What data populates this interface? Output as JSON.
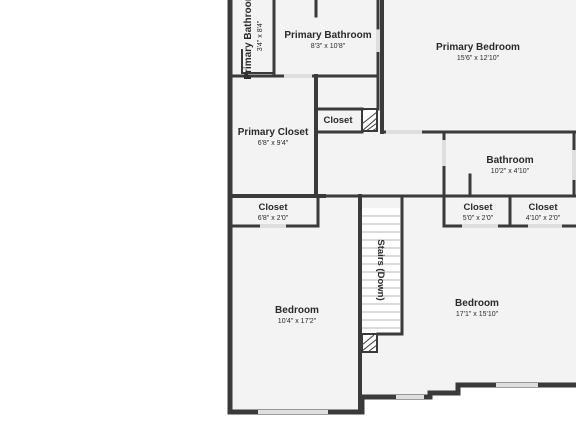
{
  "colors": {
    "floor": "#f3f3f3",
    "wall": "#3a3a3a",
    "window": "#dedede",
    "text": "#2a2a2a",
    "background": "#ffffff"
  },
  "rooms": {
    "primary_bath_small": {
      "name": "Primary Bathroom",
      "dims": "3'4\" x 8'4\""
    },
    "primary_bathroom": {
      "name": "Primary Bathroom",
      "dims": "8'3\" x 10'8\""
    },
    "primary_bedroom": {
      "name": "Primary Bedroom",
      "dims": "15'6\" x 12'10\""
    },
    "primary_closet": {
      "name": "Primary Closet",
      "dims": "6'8\" x 9'4\""
    },
    "closet_small": {
      "name": "Closet"
    },
    "bathroom": {
      "name": "Bathroom",
      "dims": "10'2\" x 4'10\""
    },
    "closet_left": {
      "name": "Closet",
      "dims": "6'8\" x 2'0\""
    },
    "closet_mid": {
      "name": "Closet",
      "dims": "5'0\" x 2'0\""
    },
    "closet_right": {
      "name": "Closet",
      "dims": "4'10\" x 2'0\""
    },
    "stairs": {
      "name": "Stairs (Down)"
    },
    "bedroom_left": {
      "name": "Bedroom",
      "dims": "10'4\" x 17'2\""
    },
    "bedroom_right": {
      "name": "Bedroom",
      "dims": "17'1\" x 15'10\""
    }
  }
}
